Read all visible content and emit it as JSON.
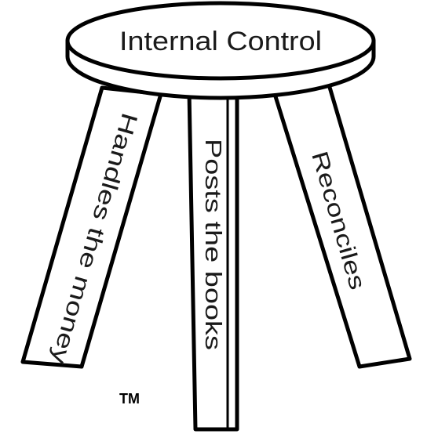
{
  "seat": {
    "label": "Internal Control"
  },
  "legs": {
    "left": "Handles the money",
    "middle": "Posts the books",
    "right": "Reconciles"
  },
  "trademark": "TM",
  "colors": {
    "stroke": "#000000",
    "fill": "#ffffff",
    "text": "#1a1a1a"
  }
}
